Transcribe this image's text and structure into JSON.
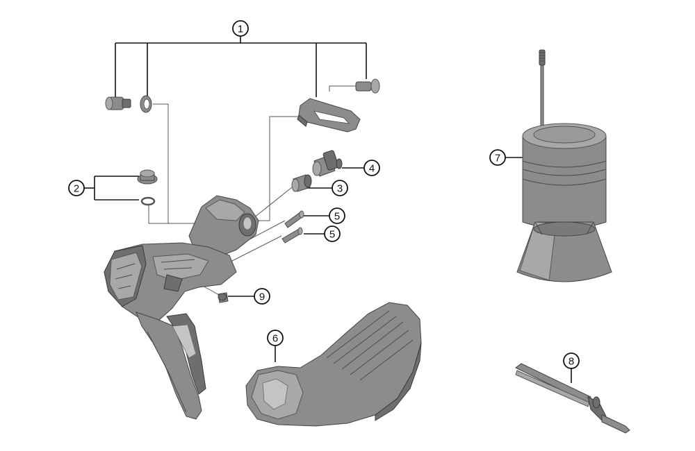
{
  "callouts": [
    {
      "id": "1",
      "label": "1"
    },
    {
      "id": "2",
      "label": "2"
    },
    {
      "id": "3",
      "label": "3"
    },
    {
      "id": "4",
      "label": "4"
    },
    {
      "id": "5a",
      "label": "5"
    },
    {
      "id": "5b",
      "label": "5"
    },
    {
      "id": "6",
      "label": "6"
    },
    {
      "id": "7",
      "label": "7"
    },
    {
      "id": "8",
      "label": "8"
    },
    {
      "id": "9",
      "label": "9"
    }
  ],
  "colors": {
    "background": "#ffffff",
    "line": "#111111",
    "part_gray": "#8c8c8c"
  }
}
